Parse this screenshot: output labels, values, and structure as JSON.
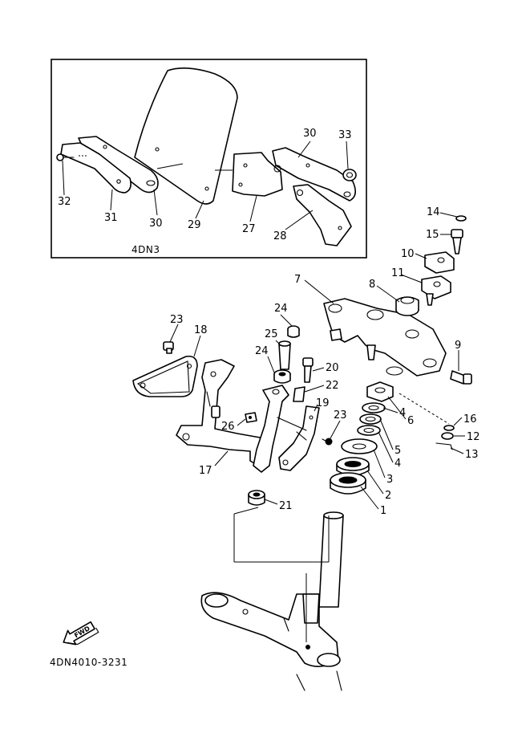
{
  "inset": {
    "model_code": "4DN3",
    "callouts": [
      "32",
      "31",
      "30",
      "29",
      "30",
      "33",
      "27",
      "28"
    ]
  },
  "main": {
    "callouts": [
      "14",
      "15",
      "10",
      "11",
      "7",
      "8",
      "9",
      "23",
      "18",
      "24",
      "25",
      "24",
      "20",
      "22",
      "19",
      "26",
      "23",
      "6",
      "16",
      "4",
      "12",
      "5",
      "13",
      "4",
      "3",
      "2",
      "1",
      "17",
      "21"
    ]
  },
  "fwd_label": "FWD",
  "diagram_code": "4DN4010-3231",
  "colors": {
    "line": "#000000",
    "background": "#ffffff"
  }
}
